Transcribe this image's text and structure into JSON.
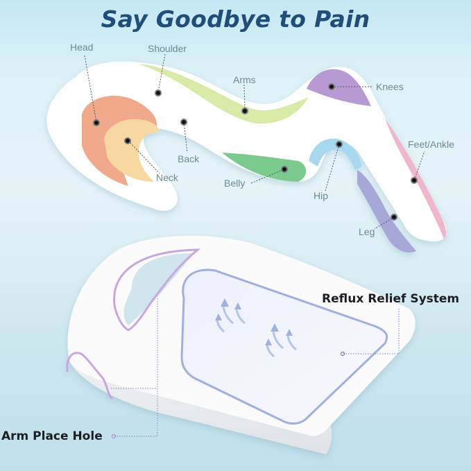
{
  "title": "Say Goodbye to Pain",
  "body_zone_labels": {
    "head": "Head",
    "shoulder": "Shoulder",
    "arms": "Arms",
    "knees": "Knees",
    "back": "Back",
    "neck": "Neck",
    "belly": "Belly",
    "hip": "Hip",
    "feet_ankle": "Feet/Ankle",
    "leg": "Leg"
  },
  "features": {
    "reflux": "Reflux Relief System",
    "arm_hole": "Arm Place Hole"
  },
  "colors": {
    "title": "#1f4e7a",
    "head": "#f1a98c",
    "neck": "#f7d8a0",
    "shoulder_arms": "#d8eba6",
    "belly": "#7ccb8e",
    "knees": "#b79ad3",
    "hip": "#a6d8ef",
    "leg": "#a6a8d8",
    "feet": "#f1b6cc",
    "accent_purple": "#c9a6e0",
    "accent_blue": "#9fb0e0"
  }
}
